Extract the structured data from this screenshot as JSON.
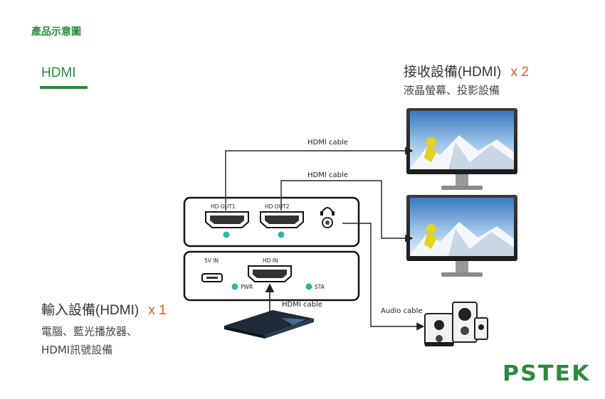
{
  "header": {
    "title": "產品示意圖",
    "tab": "HDMI"
  },
  "receiver": {
    "title": "接收設備(HDMI)",
    "multiplier": "x 2",
    "subtitle": "液晶螢幕、投影設備"
  },
  "source": {
    "title": "輸入設備(HDMI)",
    "multiplier": "x 1",
    "line1": "電腦、藍光播放器、",
    "line2": "HDMI訊號設備"
  },
  "cables": {
    "out1": "HDMI cable",
    "out2": "HDMI cable",
    "in": "HDMI cable",
    "audio": "Audio cable"
  },
  "ports": {
    "out1": "HD OUT1",
    "out2": "HD OUT2",
    "power": "5V IN",
    "input": "HD IN",
    "pwr_led": "PWR",
    "sta_led": "STA"
  },
  "brand": {
    "logo": "PSTEK",
    "color": "#2a8a3e"
  },
  "colors": {
    "accent": "#2a8a3e",
    "multiplier": "#e05a1a",
    "led": "#2fb5a5"
  }
}
